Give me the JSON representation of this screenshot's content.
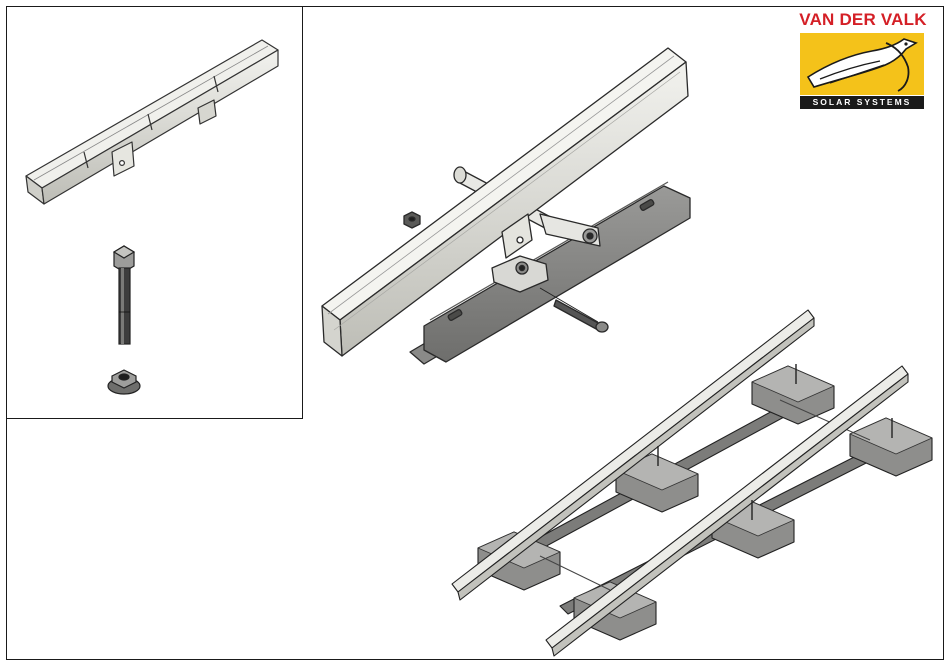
{
  "logo": {
    "name": "VAN DER VALK",
    "tagline": "SOLAR SYSTEMS",
    "colors": {
      "red": "#d41f26",
      "yellow": "#f4c21a",
      "black": "#1a1a1a"
    }
  },
  "panels": {
    "parts_inset": {
      "items": [
        "rail-profile",
        "hex-bolt",
        "flange-nut"
      ]
    },
    "joint_detail": {
      "items": [
        "rail-profile",
        "support-tray",
        "clamp",
        "bolt",
        "nut"
      ]
    },
    "assembly": {
      "items": [
        "rails",
        "cross-beams",
        "ballast-trays"
      ]
    }
  }
}
